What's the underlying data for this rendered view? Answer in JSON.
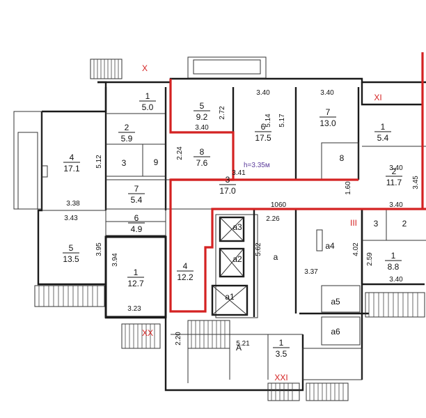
{
  "colors": {
    "walls": "#1a1a1a",
    "boundary": "#d42222",
    "height_note": "#5a3a9a"
  },
  "section_marks": [
    "X",
    "XI",
    "III",
    "XX",
    "XXI"
  ],
  "height_note": "h=3.35м",
  "rooms": [
    {
      "num": "1",
      "area": "5.0"
    },
    {
      "num": "2",
      "area": "5.9"
    },
    {
      "num": "3",
      "area": ""
    },
    {
      "num": "9",
      "area": ""
    },
    {
      "num": "4",
      "area": "17.1"
    },
    {
      "num": "5",
      "area": "9.2"
    },
    {
      "num": "8",
      "area": "7.6"
    },
    {
      "num": "6",
      "area": "17.5"
    },
    {
      "num": "7",
      "area": "13.0"
    },
    {
      "num": "8",
      "area": ""
    },
    {
      "num": "1",
      "area": "5.4"
    },
    {
      "num": "2",
      "area": "11.7"
    },
    {
      "num": "7",
      "area": "5.4"
    },
    {
      "num": "3",
      "area": "17.0"
    },
    {
      "num": "6",
      "area": "4.9"
    },
    {
      "num": "5",
      "area": "13.5"
    },
    {
      "num": "1",
      "area": "12.7"
    },
    {
      "num": "4",
      "area": "12.2"
    },
    {
      "num": "a3",
      "area": ""
    },
    {
      "num": "a2",
      "area": ""
    },
    {
      "num": "a1",
      "area": ""
    },
    {
      "num": "a",
      "area": ""
    },
    {
      "num": "a4",
      "area": ""
    },
    {
      "num": "a5",
      "area": ""
    },
    {
      "num": "a6",
      "area": ""
    },
    {
      "num": "3",
      "area": ""
    },
    {
      "num": "2",
      "area": ""
    },
    {
      "num": "1",
      "area": "8.8"
    },
    {
      "num": "A",
      "area": ""
    },
    {
      "num": "1",
      "area": "3.5"
    }
  ],
  "dimensions": [
    "3.40",
    "3.40",
    "3.40",
    "2.72",
    "3.40",
    "5.14",
    "5.17",
    "2.24",
    "3.41",
    "5.12",
    "3.38",
    "3.45",
    "1.60",
    "1060",
    "3.40",
    "3.43",
    "3.95",
    "3.94",
    "3.23",
    "2.26",
    "5.62",
    "4.02",
    "2.59",
    "3.37",
    "3.40",
    "2.20",
    "5.21"
  ]
}
